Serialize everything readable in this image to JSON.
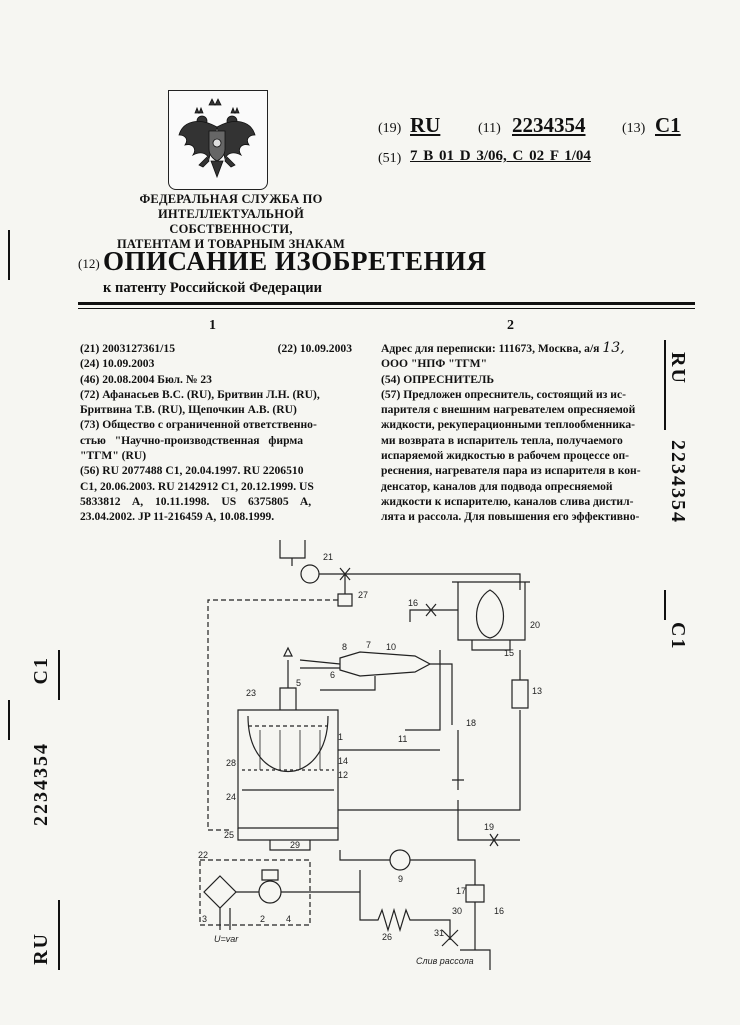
{
  "header": {
    "agency_lines": [
      "ФЕДЕРАЛЬНАЯ СЛУЖБА ПО",
      "ИНТЕЛЛЕКТУАЛЬНОЙ СОБСТВЕННОСТИ,",
      "ПАТЕНТАМ И ТОВАРНЫМ ЗНАКАМ"
    ],
    "code19_label": "(19)",
    "code19_value": "RU",
    "code11_label": "(11)",
    "code11_value": "2234354",
    "code13_label": "(13)",
    "code13_value": "C1",
    "code51_label": "(51)",
    "code51_value": "7 B 01 D 3/06, C 02 F 1/04",
    "code12_label": "(12)",
    "title": "ОПИСАНИЕ ИЗОБРЕТЕНИЯ",
    "subtitle": "к патенту Российской Федерации"
  },
  "columns": {
    "left_number": "1",
    "right_number": "2"
  },
  "left_col": {
    "appl_no": "(21) 2003127361/15",
    "appl_date": "(22) 10.09.2003",
    "line24": "(24) 10.09.2003",
    "line46": "(46) 20.08.2004 Бюл. № 23",
    "line72a": "(72) Афанасьев В.С. (RU), Бритвин Л.Н. (RU),",
    "line72b": "Бритвина Т.В. (RU), Щепочкин А.В. (RU)",
    "line73a": "(73) Общество с ограниченной ответственно-",
    "line73b": "стью \"Научно-производственная фирма",
    "line73c": "\"ТГМ\" (RU)",
    "line56a": "(56) RU 2077488 C1, 20.04.1997. RU 2206510",
    "line56b": "C1, 20.06.2003. RU 2142912 C1, 20.12.1999. US",
    "line56c": "5833812 A, 10.11.1998. US 6375805 A,",
    "line56d": "23.04.2002. JP 11-216459 A, 10.08.1999."
  },
  "right_col": {
    "addr_a": "Адрес для переписки: 111673, Москва, а/я",
    "addr_box": "13,",
    "addr_b": "ООО \"НПФ \"ТГМ\"",
    "line54": "(54) ОПРЕСНИТЕЛЬ",
    "abs1": "(57) Предложен опреснитель, состоящий из ис-",
    "abs2": "парителя с внешним нагревателем опресняемой",
    "abs3": "жидкости, рекуперационными теплообменника-",
    "abs4": "ми возврата в испаритель тепла, получаемого",
    "abs5": "испаряемой жидкостью в рабочем процессе оп-",
    "abs6": "реснения, нагревателя пара из испарителя в кон-",
    "abs7": "денсатор, каналов для подвода опресняемой",
    "abs8": "жидкости к испарителю, каналов слива дистил-",
    "abs9": "лята и рассола. Для повышения его эффективно-"
  },
  "side": {
    "right_ru": "RU",
    "right_num": "2234354",
    "right_kind": "C1",
    "left_kind": "C1",
    "left_num": "2234354",
    "left_ru": "RU"
  },
  "diagram": {
    "labels": [
      "21",
      "27",
      "16",
      "20",
      "15",
      "13",
      "18",
      "8",
      "7",
      "10",
      "6",
      "5",
      "23",
      "1",
      "14",
      "12",
      "11",
      "28",
      "24",
      "19",
      "25",
      "29",
      "9",
      "22",
      "17",
      "30",
      "16",
      "3",
      "2",
      "4",
      "26",
      "31"
    ],
    "voltage": "U=var",
    "drain": "Слив рассола"
  }
}
